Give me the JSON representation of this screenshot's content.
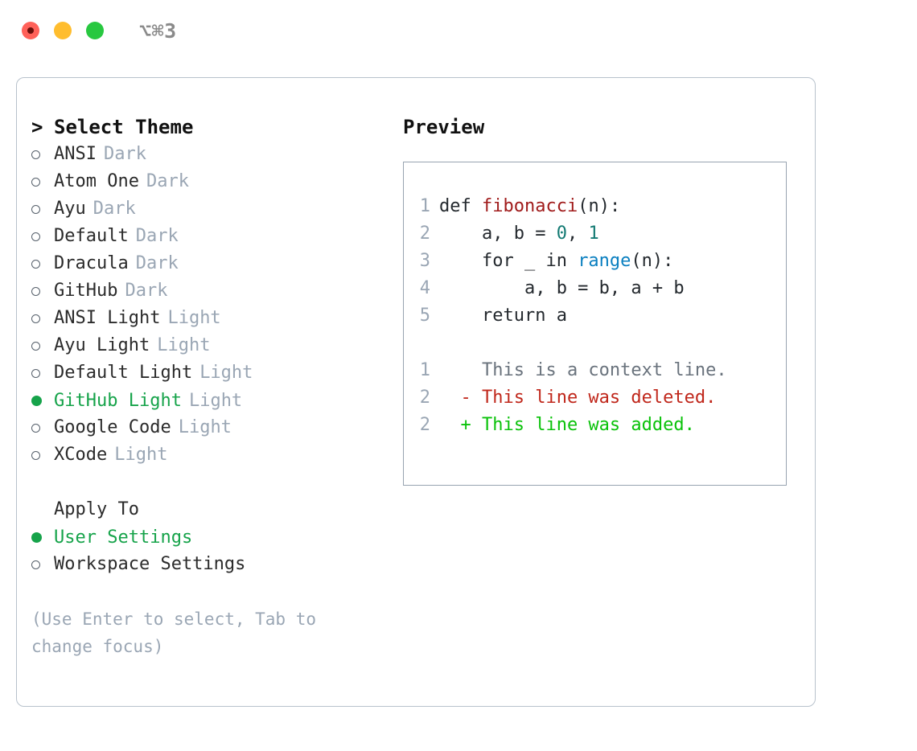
{
  "titlebar": {
    "shortcut": "⌥⌘3",
    "buttons": [
      {
        "name": "close",
        "color": "#ff6159"
      },
      {
        "name": "minimize",
        "color": "#ffbd2e"
      },
      {
        "name": "maximize",
        "color": "#28c840"
      }
    ]
  },
  "accent_color": "#16a34a",
  "muted_color": "#9aa6b4",
  "border_color": "#97a3b0",
  "theme_picker": {
    "caret": ">",
    "title": "Select Theme",
    "items": [
      {
        "name": "ANSI",
        "variant": "Dark",
        "selected": false
      },
      {
        "name": "Atom One",
        "variant": "Dark",
        "selected": false
      },
      {
        "name": "Ayu",
        "variant": "Dark",
        "selected": false
      },
      {
        "name": "Default",
        "variant": "Dark",
        "selected": false
      },
      {
        "name": "Dracula",
        "variant": "Dark",
        "selected": false
      },
      {
        "name": "GitHub",
        "variant": "Dark",
        "selected": false
      },
      {
        "name": "ANSI Light",
        "variant": "Light",
        "selected": false
      },
      {
        "name": "Ayu Light",
        "variant": "Light",
        "selected": false
      },
      {
        "name": "Default Light",
        "variant": "Light",
        "selected": false
      },
      {
        "name": "GitHub Light",
        "variant": "Light",
        "selected": true
      },
      {
        "name": "Google Code",
        "variant": "Light",
        "selected": false
      },
      {
        "name": "XCode",
        "variant": "Light",
        "selected": false
      }
    ]
  },
  "apply_to": {
    "title": "Apply To",
    "options": [
      {
        "label": "User Settings",
        "selected": true
      },
      {
        "label": "Workspace Settings",
        "selected": false
      }
    ]
  },
  "hint": "(Use Enter to select, Tab to change focus)",
  "preview": {
    "title": "Preview",
    "code_lines": [
      {
        "num": "1",
        "segments": [
          {
            "t": "def ",
            "c": "plain"
          },
          {
            "t": "fibonacci",
            "c": "fn"
          },
          {
            "t": "(n):",
            "c": "plain"
          }
        ]
      },
      {
        "num": "2",
        "segments": [
          {
            "t": "    a, b = ",
            "c": "plain"
          },
          {
            "t": "0",
            "c": "num"
          },
          {
            "t": ", ",
            "c": "plain"
          },
          {
            "t": "1",
            "c": "num"
          }
        ]
      },
      {
        "num": "3",
        "segments": [
          {
            "t": "    for _ in ",
            "c": "plain"
          },
          {
            "t": "range",
            "c": "call"
          },
          {
            "t": "(n):",
            "c": "plain"
          }
        ]
      },
      {
        "num": "4",
        "segments": [
          {
            "t": "        a, b = b, a + b",
            "c": "plain"
          }
        ]
      },
      {
        "num": "5",
        "segments": [
          {
            "t": "    return a",
            "c": "plain"
          }
        ]
      }
    ],
    "diff_lines": [
      {
        "num": "1",
        "marker": "  ",
        "text": "This is a context line.",
        "kind": "ctx"
      },
      {
        "num": "2",
        "marker": "- ",
        "text": "This line was deleted.",
        "kind": "del"
      },
      {
        "num": "2",
        "marker": "+ ",
        "text": "This line was added.",
        "kind": "add"
      }
    ]
  }
}
